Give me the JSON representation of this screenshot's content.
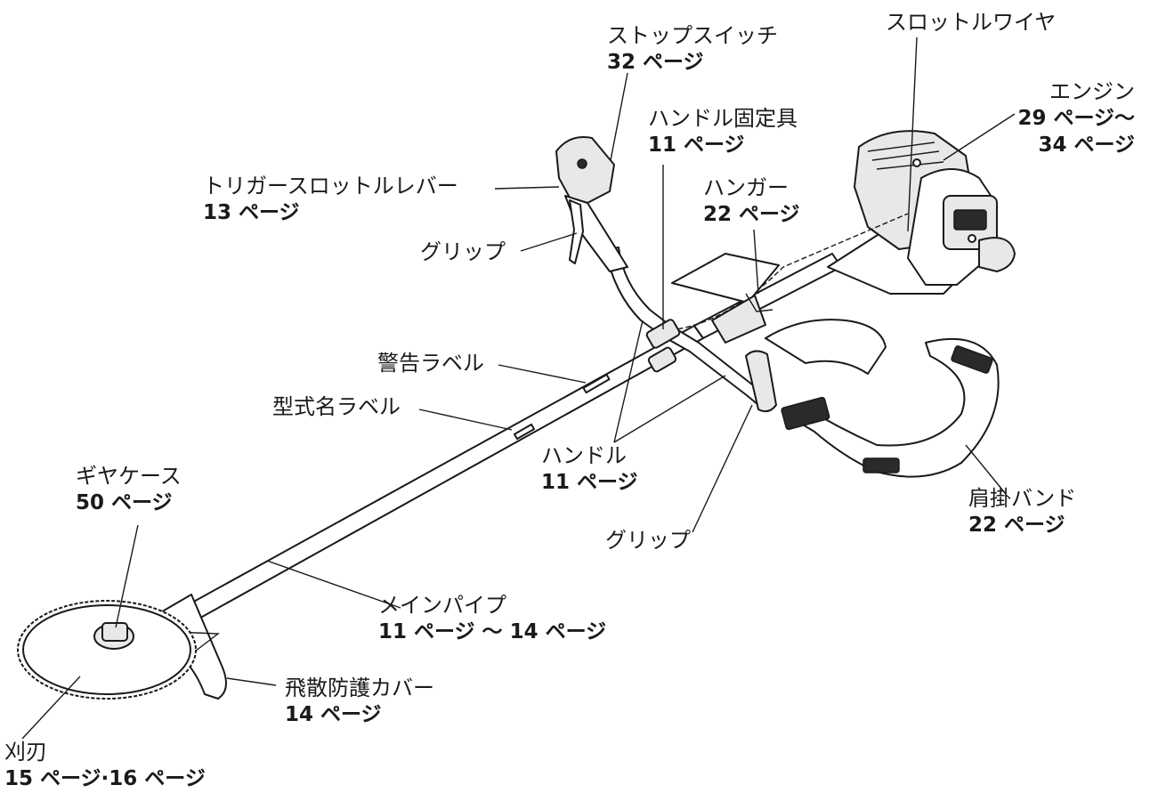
{
  "labels": {
    "stop_switch": {
      "name": "ストップスイッチ",
      "page": "32 ページ"
    },
    "throttle_wire": {
      "name": "スロットルワイヤ"
    },
    "engine": {
      "name": "エンジン",
      "page1": "29 ページ〜",
      "page2": "34 ページ"
    },
    "handle_fixture": {
      "name": "ハンドル固定具",
      "page": "11 ページ"
    },
    "trigger_lever": {
      "name": "トリガースロットルレバー",
      "page": "13 ページ"
    },
    "hanger": {
      "name": "ハンガー",
      "page": "22 ページ"
    },
    "grip_upper": {
      "name": "グリップ"
    },
    "warning_label": {
      "name": "警告ラベル"
    },
    "model_label": {
      "name": "型式名ラベル"
    },
    "handle": {
      "name": "ハンドル",
      "page": "11 ページ"
    },
    "shoulder_band": {
      "name": "肩掛バンド",
      "page": "22 ページ"
    },
    "gear_case": {
      "name": "ギヤケース",
      "page": "50 ページ"
    },
    "grip_lower": {
      "name": "グリップ"
    },
    "main_pipe": {
      "name": "メインパイプ",
      "page": "11 ページ 〜 14 ページ"
    },
    "guard": {
      "name": "飛散防護カバー",
      "page": "14 ページ"
    },
    "blade": {
      "name": "刈刃",
      "page": "15 ページ·16 ページ"
    }
  }
}
